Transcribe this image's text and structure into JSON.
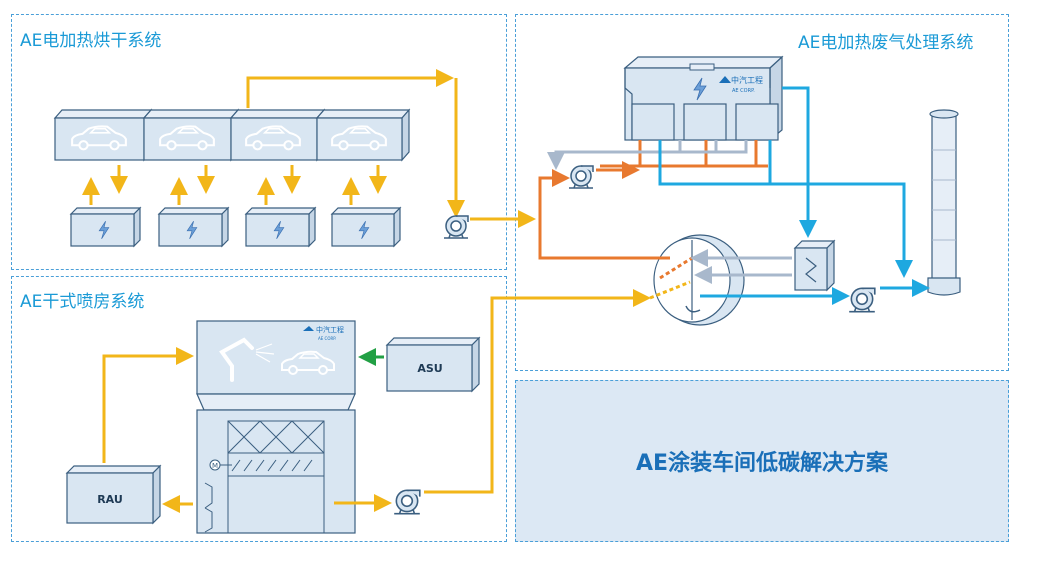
{
  "panels": {
    "dryer": {
      "title": "AE电加热烘干系统"
    },
    "exhaust": {
      "title": "AE电加热废气处理系统"
    },
    "booth": {
      "title": "AE干式喷房系统"
    }
  },
  "banner": {
    "text": "AE涂装车间低碳解决方案"
  },
  "units": {
    "asu": "ASU",
    "rau": "RAU"
  },
  "logo": {
    "cn": "中汽工程",
    "en": "AE CORP."
  },
  "motor_symbol": "M",
  "colors": {
    "yellow_air": "#f2b619",
    "orange_air": "#e8792f",
    "blue_air": "#1ea8e0",
    "gray_air": "#a8b8cc",
    "green_air": "#22a045",
    "equipment_fill": "#d9e6f2",
    "equipment_stroke": "#3b5f80",
    "banner_bg": "#dce8f4",
    "title_blue": "#1a9ad6"
  }
}
